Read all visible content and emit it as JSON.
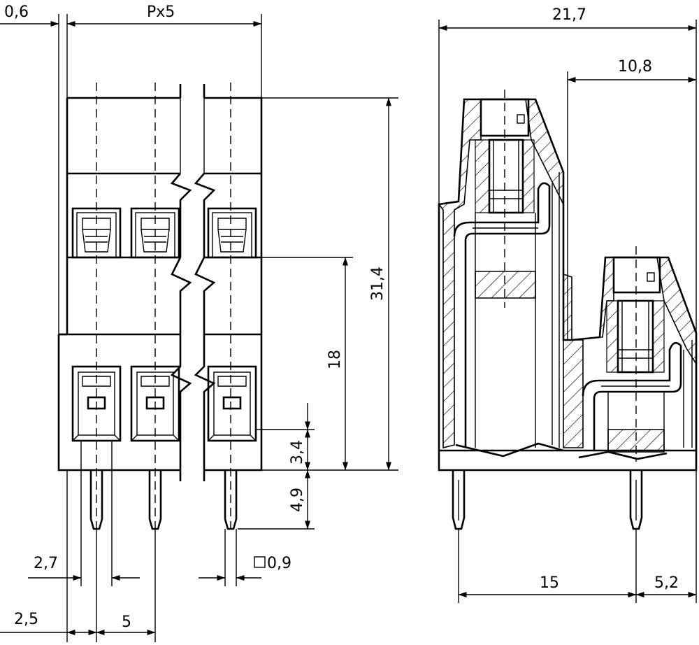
{
  "drawing": {
    "front_view": {
      "dimensions": {
        "offset": "0,6",
        "pitch_multiple": "Px5",
        "height_total": "31,4",
        "height_lower": "18",
        "pin_offset": "3,4",
        "pin_length": "4,9",
        "opening_width": "2,7",
        "pin_section": "0,9",
        "edge_to_pin": "2,5",
        "pitch": "5"
      }
    },
    "side_view": {
      "dimensions": {
        "depth_total": "21,7",
        "upper_level_depth": "10,8",
        "pin_spacing": "15",
        "pin_to_edge": "5,2"
      }
    }
  }
}
